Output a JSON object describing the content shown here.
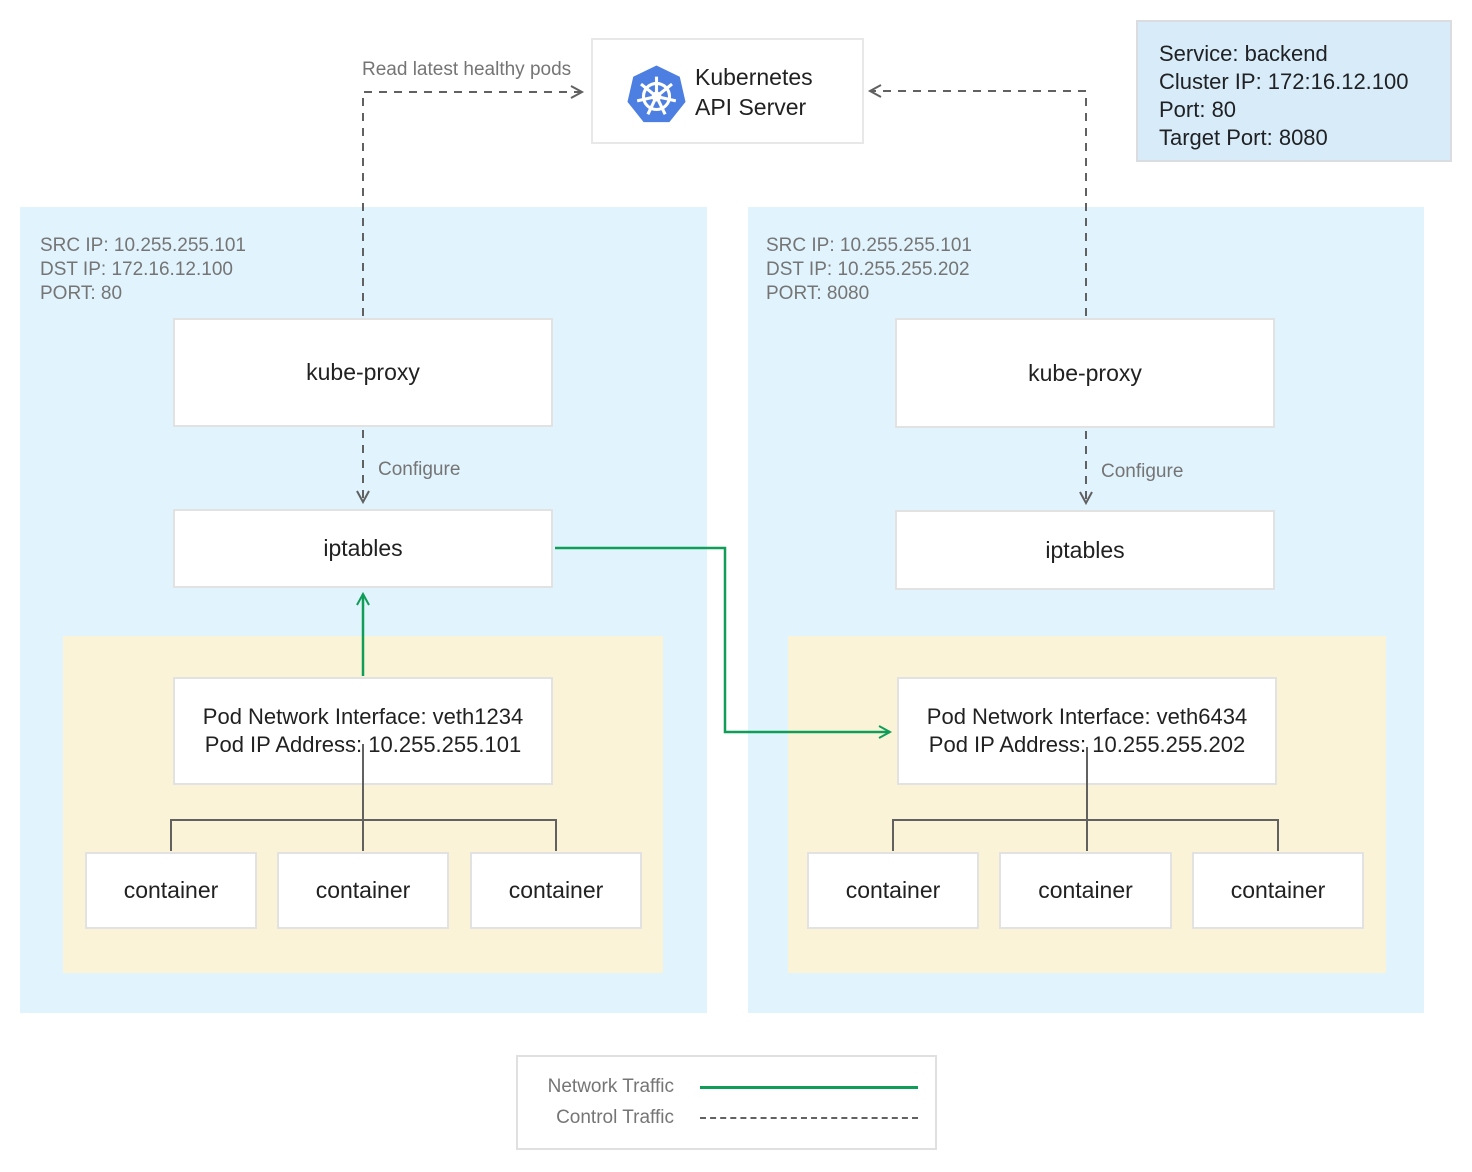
{
  "colors": {
    "network_traffic_green": "#0f9d58",
    "control_traffic_gray": "#616161",
    "node_panel_blue": "#e1f3fc",
    "pod_panel_yellow": "#fbf3d8",
    "service_box_blue": "#d7ecf8",
    "kubernetes_logo_blue": "#4c7fe1"
  },
  "api_server": {
    "title_line1": "Kubernetes",
    "title_line2": "API Server"
  },
  "service_info": {
    "line1": "Service: backend",
    "line2": "Cluster IP: 172:16.12.100",
    "line3": "Port: 80",
    "line4": "Target Port: 8080"
  },
  "labels": {
    "read_latest_healthy_pods": "Read latest healthy pods",
    "configure": "Configure"
  },
  "nodes": [
    {
      "meta_line1": "SRC IP: 10.255.255.101",
      "meta_line2": "DST IP: 172.16.12.100",
      "meta_line3": "PORT: 80",
      "kube_proxy_label": "kube-proxy",
      "iptables_label": "iptables",
      "pod_interface_line1": "Pod Network Interface: veth1234",
      "pod_interface_line2": "Pod IP Address: 10.255.255.101",
      "containers": [
        "container",
        "container",
        "container"
      ]
    },
    {
      "meta_line1": "SRC IP: 10.255.255.101",
      "meta_line2": "DST IP: 10.255.255.202",
      "meta_line3": "PORT: 8080",
      "kube_proxy_label": "kube-proxy",
      "iptables_label": "iptables",
      "pod_interface_line1": "Pod Network Interface: veth6434",
      "pod_interface_line2": "Pod IP Address: 10.255.255.202",
      "containers": [
        "container",
        "container",
        "container"
      ]
    }
  ],
  "legend": {
    "network_traffic_label": "Network Traffic",
    "control_traffic_label": "Control Traffic"
  }
}
